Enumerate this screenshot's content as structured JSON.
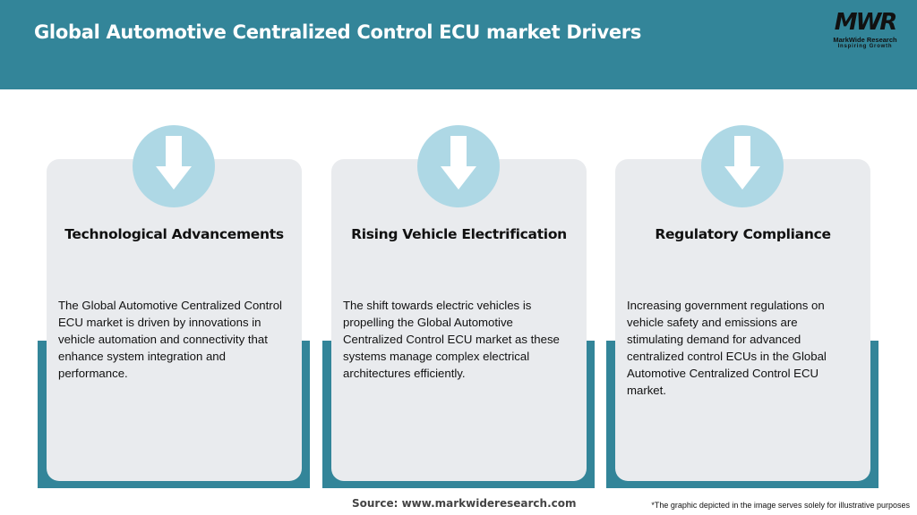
{
  "header": {
    "title": "Global Automotive Centralized Control ECU market Drivers",
    "logo": {
      "mark": "MWR",
      "name": "MarkWide Research",
      "tagline": "Inspiring Growth"
    }
  },
  "colors": {
    "header": "#338599",
    "accent_back": "#338599",
    "card": "#e9ebee",
    "icon_circle": "#aed8e5"
  },
  "cards": [
    {
      "icon": "arrow-down-icon",
      "title": "Technological Advancements",
      "text": "The Global Automotive Centralized Control ECU market is driven by innovations in vehicle automation and connectivity that enhance system integration and performance."
    },
    {
      "icon": "arrow-down-icon",
      "title": "Rising Vehicle Electrification",
      "text": "The shift towards electric vehicles is propelling the Global Automotive Centralized Control ECU market as these systems manage complex electrical architectures efficiently."
    },
    {
      "icon": "arrow-down-icon",
      "title": "Regulatory Compliance",
      "text": "Increasing government regulations on vehicle safety and emissions are stimulating demand for advanced centralized control ECUs in the Global Automotive Centralized Control ECU market."
    }
  ],
  "footer": {
    "source": "Source: www.markwideresearch.com",
    "note": "*The graphic depicted in the image serves solely for illustrative purposes"
  }
}
